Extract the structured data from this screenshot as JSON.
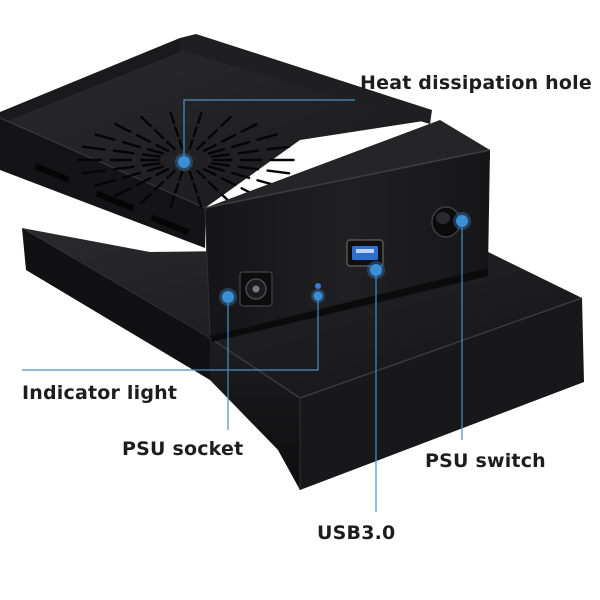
{
  "labels": {
    "heat_dissipation": "Heat dissipation hole",
    "indicator_light": "Indicator light",
    "psu_socket": "PSU socket",
    "psu_switch": "PSU switch",
    "usb": "USB3.0"
  },
  "colors": {
    "marker": "#3a8fd6",
    "leader_line": "#4a90c8",
    "device_body": "#1c1c1e",
    "usb_port": "#2f6fd0",
    "indicator_led": "#3a7bd5"
  }
}
